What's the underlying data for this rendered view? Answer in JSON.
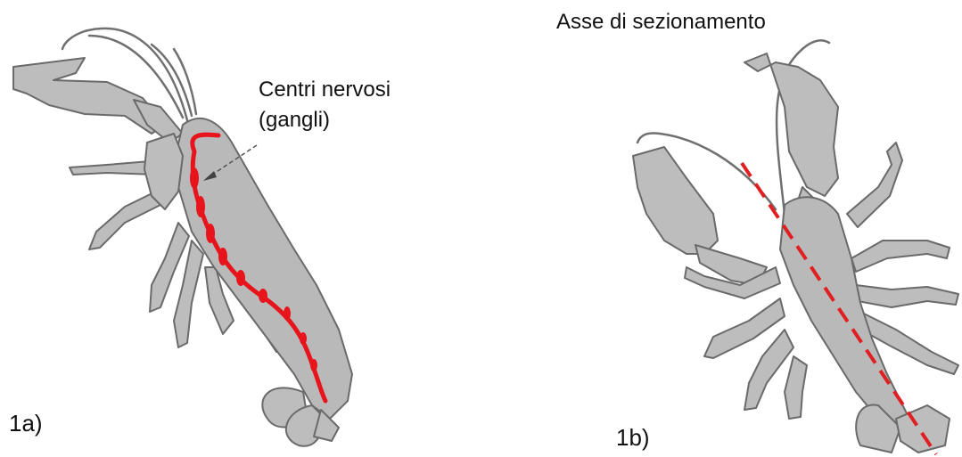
{
  "labels": {
    "nervous_centers_line1": "Centri nervosi",
    "nervous_centers_line2": "(gangli)",
    "sectioning_axis": "Asse di sezionamento",
    "panel_a": "1a)",
    "panel_b": "1b)"
  },
  "colors": {
    "body_fill": "#b9b9b9",
    "outline": "#6a6a6a",
    "nerve_cord": "#e8141c",
    "section_axis": "#e02020"
  },
  "icons": {
    "panel_a": "crayfish-side-view-icon",
    "panel_b": "crayfish-top-view-icon"
  }
}
